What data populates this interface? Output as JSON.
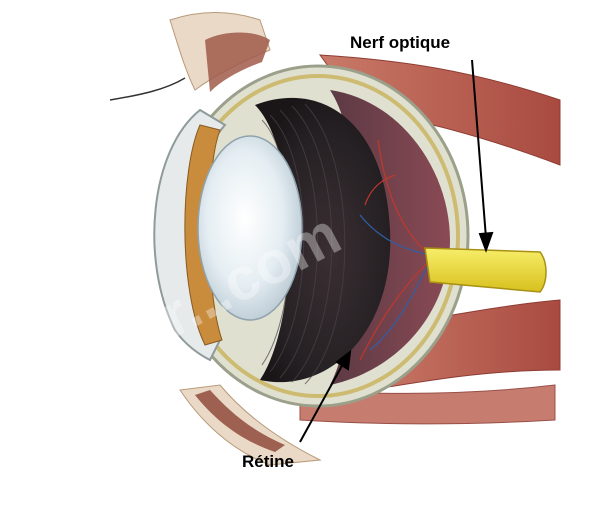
{
  "labels": {
    "optic_nerve": "Nerf optique",
    "retina": "Rétine"
  },
  "watermark": "www.fr...com",
  "colors": {
    "background": "#ffffff",
    "sclera": "#d8d9c8",
    "choroid_dark": "#2f2a2c",
    "retina_back": "#6e3a4a",
    "iris": "#c9893a",
    "lens": "#e8f0f4",
    "optic_nerve": "#f2e23a",
    "muscle": "#b8584a",
    "arrow": "#000000"
  }
}
